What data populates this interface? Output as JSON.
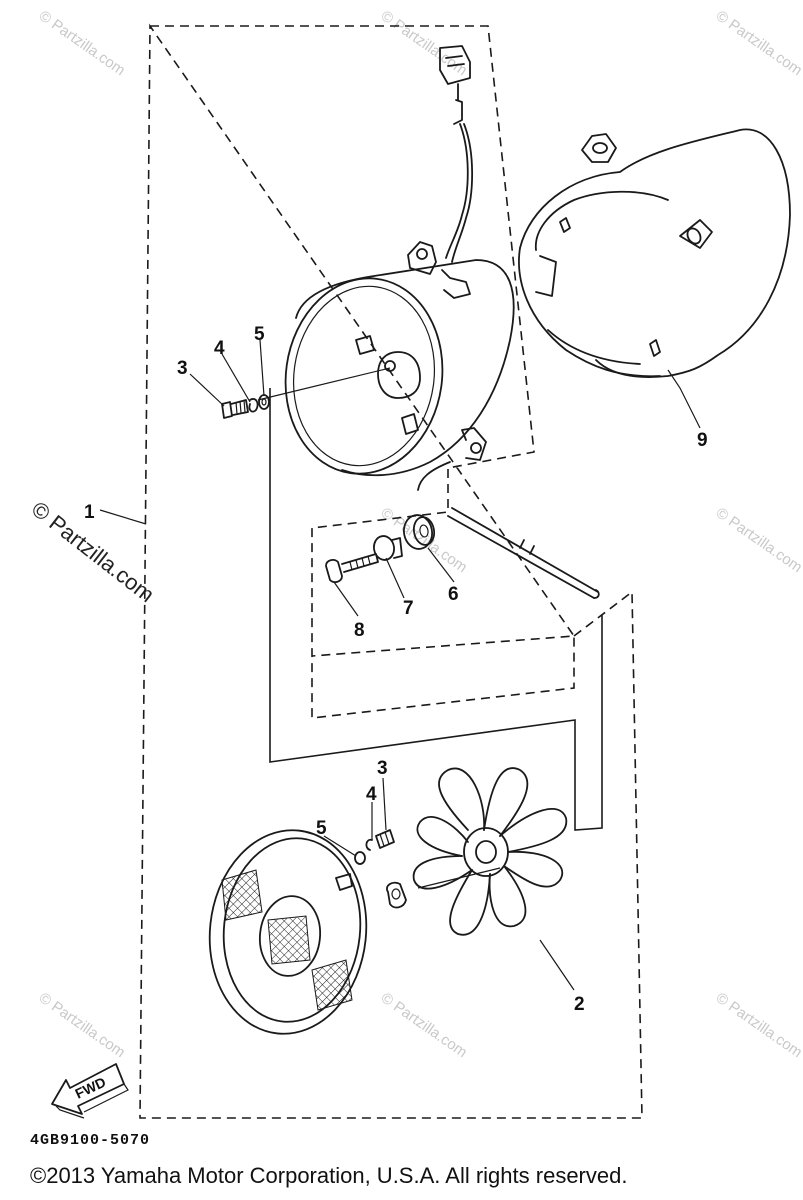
{
  "callouts": {
    "c1": "1",
    "c2": "2",
    "c3_top": "3",
    "c4_top": "4",
    "c5_top": "5",
    "c3_bottom": "3",
    "c4_bottom": "4",
    "c5_bottom": "5",
    "c6": "6",
    "c7": "7",
    "c8": "8",
    "c9": "9"
  },
  "watermark": {
    "text": "© Partzilla.com"
  },
  "fwd_label": "FWD",
  "part_code": "4GB9100-5070",
  "copyright": "©2013 Yamaha Motor Corporation, U.S.A. All rights reserved."
}
